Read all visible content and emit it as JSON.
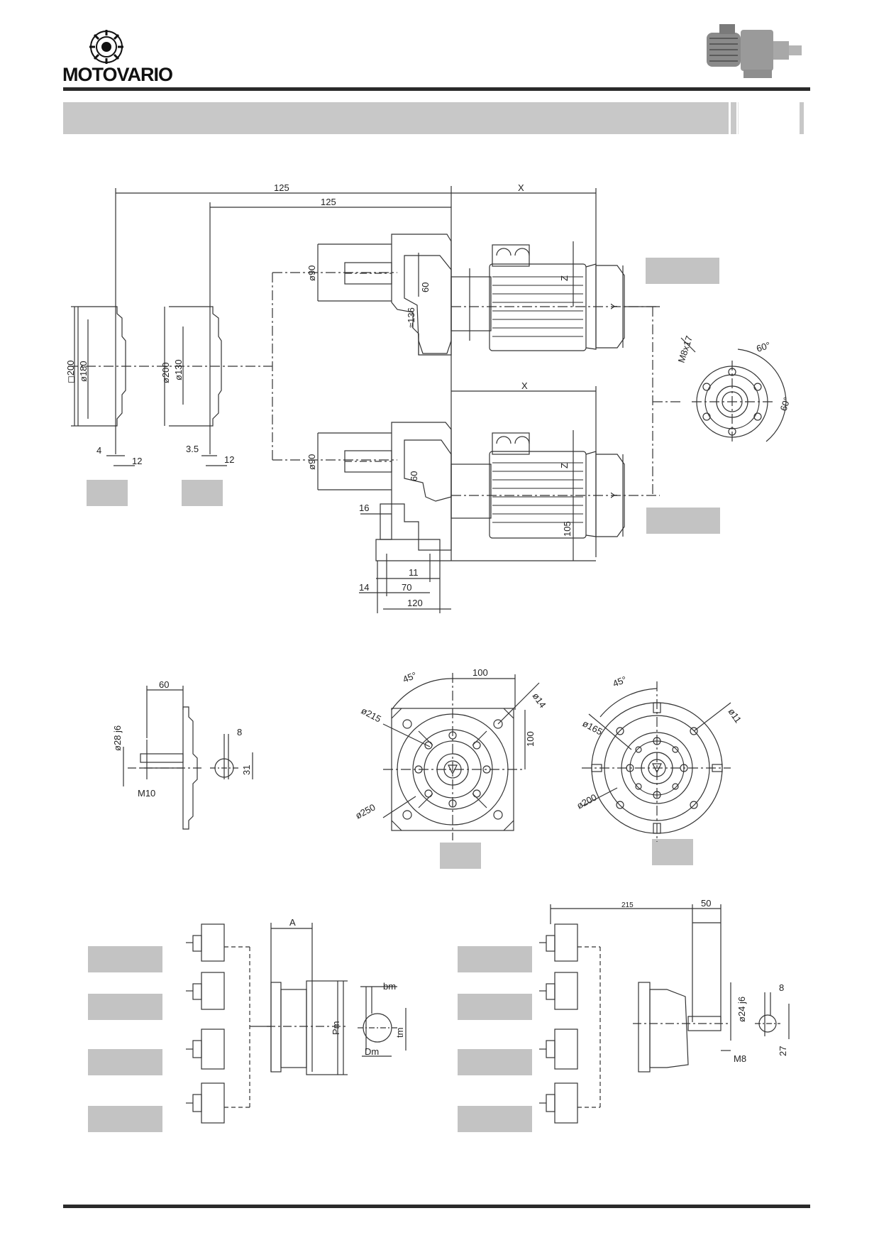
{
  "brand": {
    "name": "MOTOVARIO",
    "logo_icon": "gear-flower-logo"
  },
  "header": {
    "title_band": "",
    "product_image": "gearmotor-illustration"
  },
  "dimensions": {
    "top": {
      "d125a": "125",
      "d125b": "125",
      "x1": "X",
      "x2": "X",
      "z1": "Z",
      "z2": "Z",
      "y1": "Y",
      "y2": "Y",
      "phi90a": "ø90",
      "phi90b": "ø90",
      "d60a": "60",
      "d60b": "60",
      "approx136": "≈136",
      "phi200sq": "◻200",
      "phi180": "ø180",
      "phi200": "ø200",
      "phi130": "ø130",
      "d4": "4",
      "d12a": "12",
      "d35": "3.5",
      "d12b": "12",
      "d16": "16",
      "d105": "105",
      "d11": "11",
      "d14": "14",
      "d70": "70",
      "d120": "120",
      "m8x17": "M8x17",
      "ang60a": "60°",
      "ang60b": "60°"
    },
    "middle": {
      "d60": "60",
      "phi28j6": "ø28 j6",
      "m10": "M10",
      "d8": "8",
      "d31": "31",
      "ang45a": "45°",
      "d100a": "100",
      "phi14": "ø14",
      "phi215": "ø215",
      "d100b": "100",
      "phi250": "ø250",
      "ang45b": "45°",
      "phi11": "ø11",
      "phi165": "ø165",
      "phi200": "ø200"
    },
    "bottom": {
      "a": "A",
      "bm": "bm",
      "pm": "Pm",
      "tm": "tm",
      "dm": "Dm",
      "d215": "215",
      "d50": "50",
      "phi24j6": "ø24 j6",
      "d8": "8",
      "m8": "M8",
      "d27": "27"
    }
  }
}
